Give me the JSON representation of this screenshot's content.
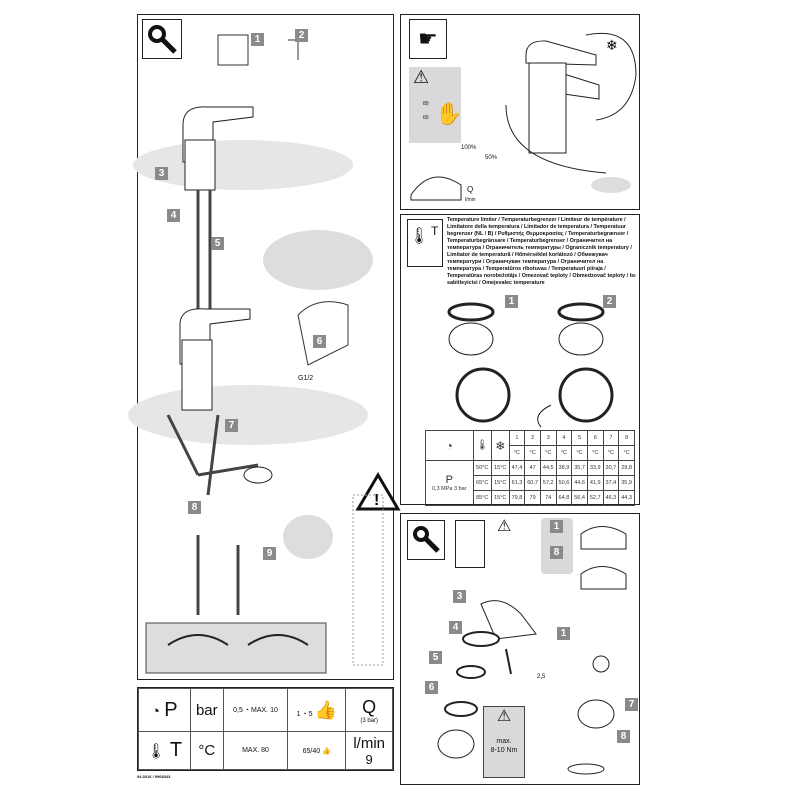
{
  "left_panel": {
    "steps": [
      "1",
      "2",
      "3",
      "4",
      "5",
      "6",
      "7",
      "8",
      "9"
    ],
    "labels": {
      "thread": "G1/2"
    }
  },
  "top_right_panel": {
    "flow_labels": {
      "full": "100%",
      "half": "50%",
      "q": "Q",
      "unit": "l/min"
    },
    "thermo_marks": [
      "80",
      "60"
    ]
  },
  "temperature_limiter": {
    "title": "Temperature limiter / Temperaturbegrenzer / Limiteur de température / Limitatore della temperatura / Limitador de temperatura / Temperatuur begrenzer (NL / B) / Ρυθμιστής Θερμοκρασίας / Temperaturbegrænser / Temperaturbegränsare / Temperaturbegrenser / Ограничител на температура / Ограничитель температуры / Ogranicznik temperatury / Limitator de temperatură / Hőmérséklet korlátozó / Обмежувач температури / Ограничувач температура / Ограничител на температура / Temperatūros ribotuvas / Temperatuuri piiraja / Temperatūras norobežotājs / Omezovač teploty / Obmedzovač teploty / Isı sabitleyicisi / Omejevalec temperature",
    "icon_letter": "T",
    "steps": [
      "1",
      "2"
    ],
    "scale_marks": [
      "1",
      "2",
      "3",
      "4",
      "5",
      "6",
      "7",
      "8"
    ],
    "table": {
      "pressure_letter": "P",
      "pressure_note": "0,3 MPa 3 bar",
      "positions": [
        "1",
        "2",
        "3",
        "4",
        "5",
        "6",
        "7",
        "8"
      ],
      "unit": "°C",
      "rows": [
        {
          "hot": "50°C",
          "cold": "15°C",
          "values": [
            "47,4",
            "47",
            "44,5",
            "38,9",
            "35,7",
            "33,9",
            "30,7",
            "29,8"
          ]
        },
        {
          "hot": "65°C",
          "cold": "15°C",
          "values": [
            "61,3",
            "60,7",
            "57,2",
            "50,6",
            "44,6",
            "41,9",
            "37,4",
            "35,9"
          ]
        },
        {
          "hot": "85°C",
          "cold": "15°C",
          "values": [
            "79,8",
            "79",
            "74",
            "64,8",
            "56,4",
            "52,7",
            "46,3",
            "44,3"
          ]
        }
      ]
    }
  },
  "maintenance_panel": {
    "steps": [
      "1",
      "8",
      "3",
      "4",
      "5",
      "6",
      "1",
      "7",
      "8"
    ],
    "dimension": "2,5",
    "torque_label": "max.",
    "torque_value": "8-10 Nm"
  },
  "spec_table": {
    "p": "P",
    "bar": "bar",
    "max10": "MAX.",
    "max10v": "10",
    "min": "0,5",
    "rec_hi": "5",
    "rec_lo": "1",
    "q": "Q",
    "q_note": "(3 bar)",
    "t": "T",
    "celsius": "°C",
    "max80": "MAX. 80",
    "t65": "65",
    "t40": "40",
    "flow_unit": "l/min",
    "flow_value": "9"
  },
  "footer": {
    "code": "94.3016 / 9968343"
  },
  "colors": {
    "step_grey": "#8a8a8a",
    "panel_grey": "#d9d9d9"
  }
}
